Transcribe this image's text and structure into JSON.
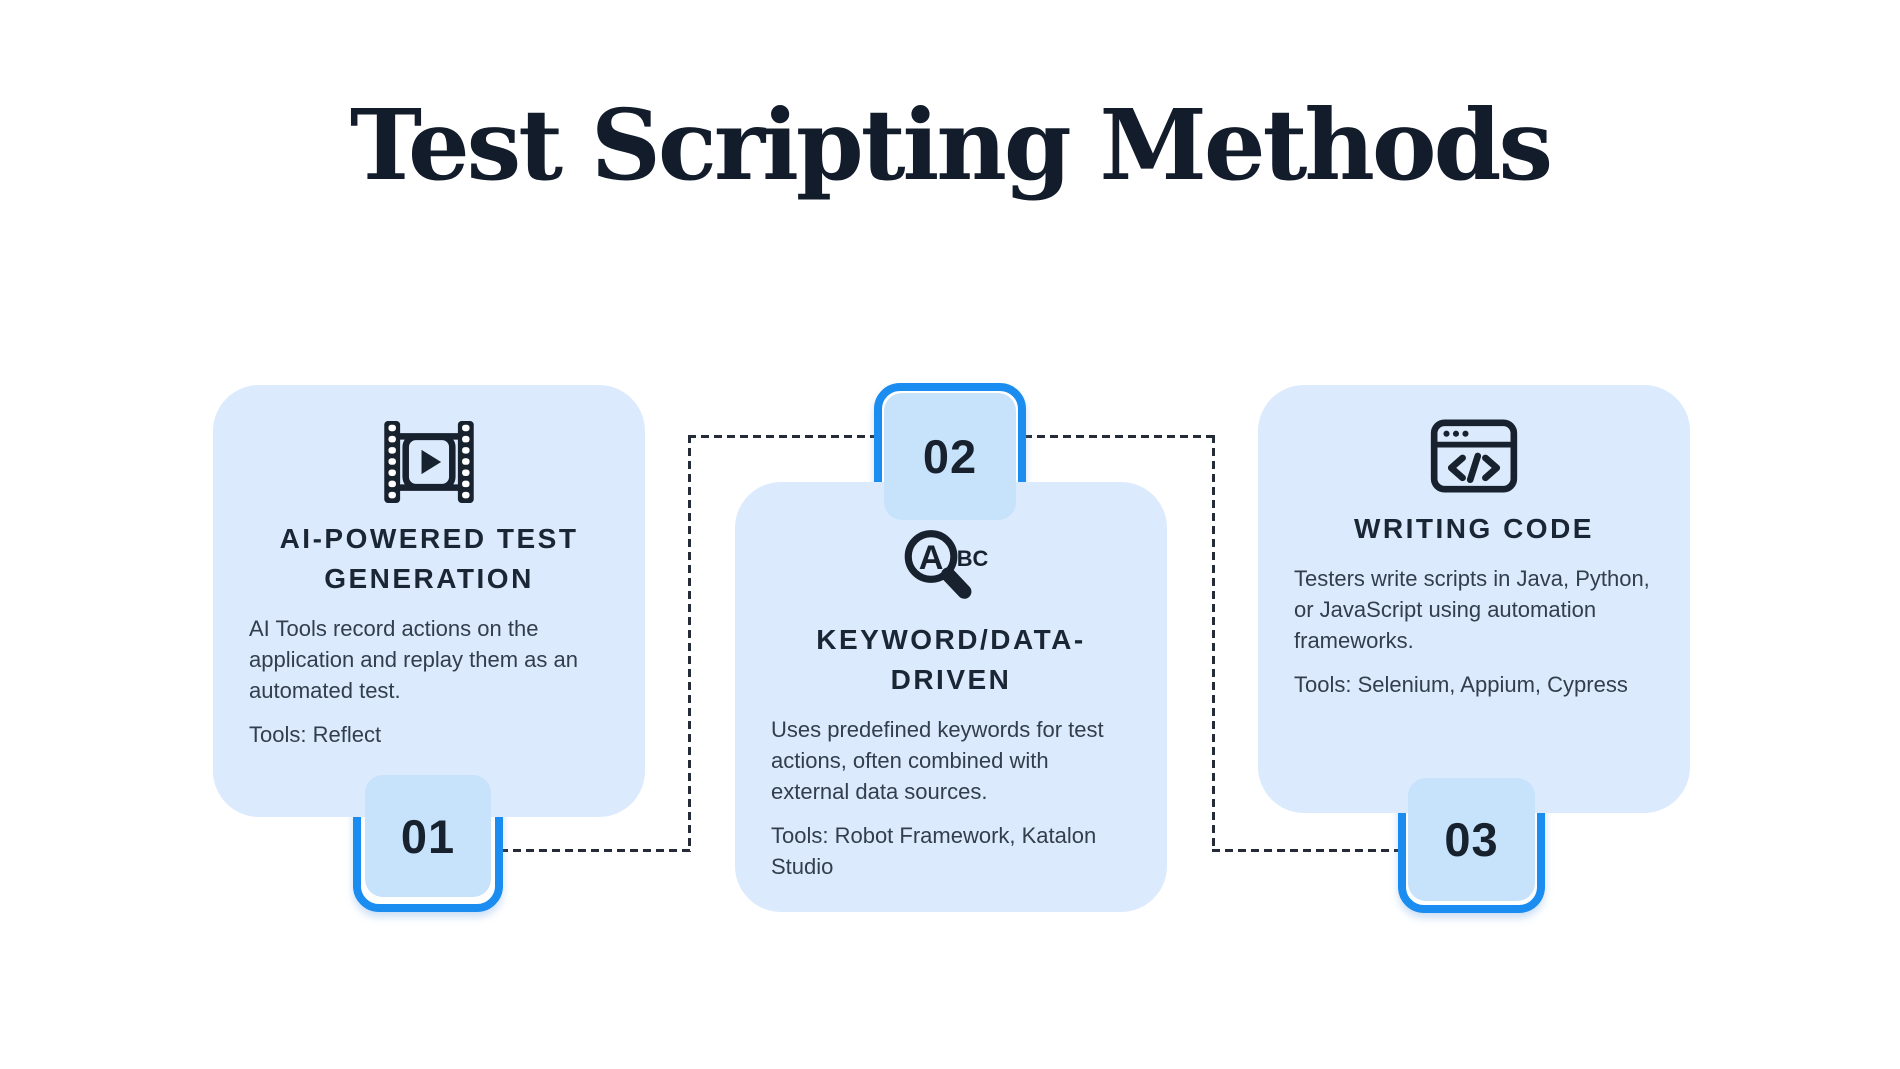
{
  "title": "Test Scripting Methods",
  "colors": {
    "background": "#ffffff",
    "card_bg": "#dbeafd",
    "badge_bg": "#c7e2fb",
    "badge_border": "#1b8cf0",
    "heading": "#131c2b",
    "body": "#323e4c",
    "connector": "#252c38"
  },
  "cards": [
    {
      "number": "01",
      "icon": "film-play-icon",
      "title": "AI-POWERED TEST GENERATION",
      "description": "AI Tools record actions on the application and replay them as an automated test.",
      "tools": "Tools: Reflect"
    },
    {
      "number": "02",
      "icon": "search-text-icon",
      "title": "KEYWORD/DATA-DRIVEN",
      "description": "Uses predefined keywords for test actions, often combined with external data sources.",
      "tools": "Tools: Robot Framework, Katalon Studio"
    },
    {
      "number": "03",
      "icon": "code-window-icon",
      "title": "WRITING CODE",
      "description": "Testers write scripts in Java, Python, or JavaScript using automation frameworks.",
      "tools": "Tools: Selenium, Appium, Cypress"
    }
  ]
}
